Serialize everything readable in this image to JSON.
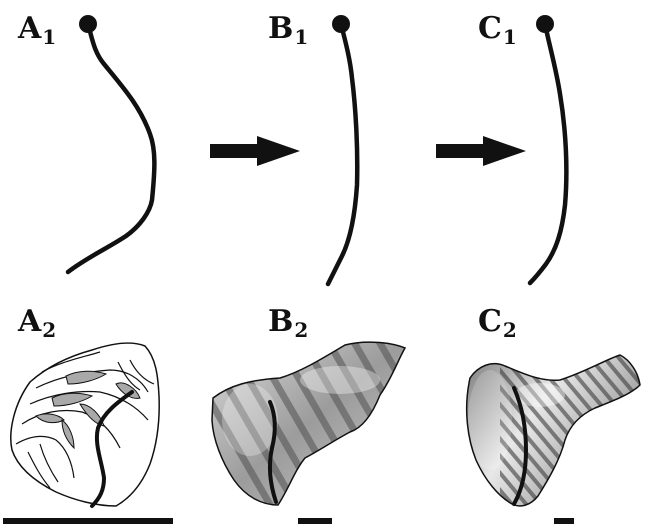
{
  "panels": [
    {
      "id": "A",
      "label": "A",
      "sub_top": "1",
      "sub_bottom": "2"
    },
    {
      "id": "B",
      "label": "B",
      "sub_top": "1",
      "sub_bottom": "2"
    },
    {
      "id": "C",
      "label": "C",
      "sub_top": "1",
      "sub_bottom": "2"
    }
  ],
  "colors": {
    "ink": "#111111",
    "fossil_light": "#e6e6e6",
    "fossil_mid": "#b8b8b8",
    "fossil_dark": "#5e5e5e",
    "fill_grey": "#a9a9a9"
  },
  "icons": {
    "arrow": "right-arrow-icon",
    "scale_bar": "scale-bar"
  }
}
